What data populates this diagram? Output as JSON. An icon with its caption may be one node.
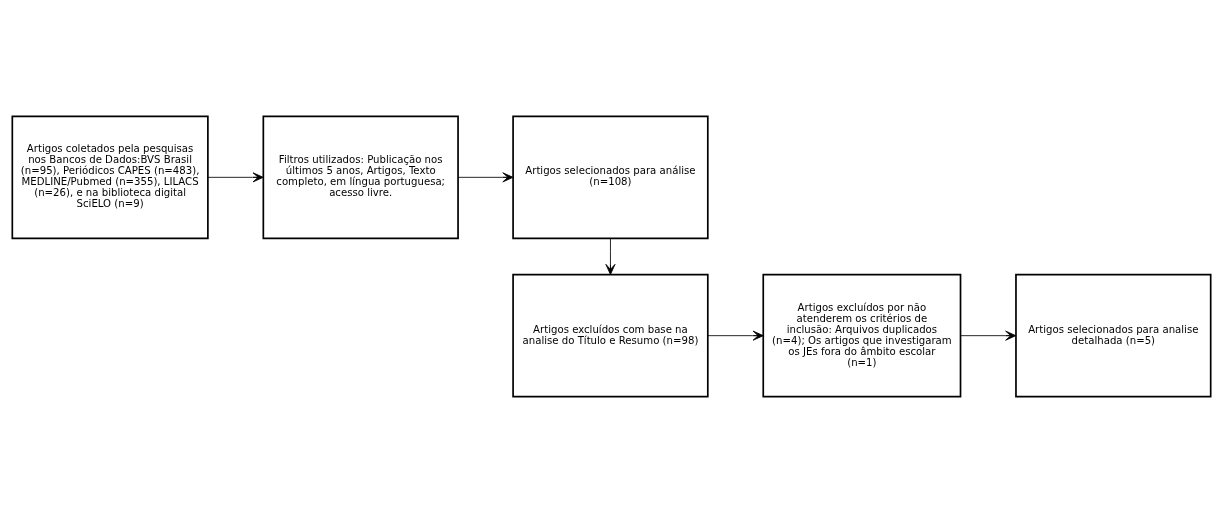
{
  "diagram": {
    "nodes": [
      {
        "text": [
          "Artigos coletados pela pesquisas nos Bancos de Dados:BVS Brasil (n=95), Periódicos CAPES (n=483), MEDLINE/Pubmed (n=355), LILACS (n=26), e na biblioteca digital SciELO (n=9)"
        ]
      },
      {
        "text": [
          "Filtros utilizados: Publicação nos últimos 5 anos, Artigos, Texto completo, em língua portuguesa; acesso livre."
        ]
      },
      {
        "text": [
          "Artigos selecionados para análise (n=108)"
        ]
      },
      {
        "text": [
          "Artigos excluídos com base na analise do Título e Resumo (n=98)"
        ]
      },
      {
        "text": [
          "Artigos excluídos por não atenderem os critérios de inclusão: Arquivos duplicados (n=4); Os artigos que investigaram os JEs fora do âmbito escolar (n=1)"
        ]
      },
      {
        "text": [
          "Artigos selecionados para analise detalhada (n=5)"
        ]
      }
    ],
    "edges": [
      {
        "from": 0,
        "to": 1,
        "arrow": "to"
      },
      {
        "from": 1,
        "to": 2,
        "arrow": "to"
      },
      {
        "from": 2,
        "to": 3,
        "arrow": "to"
      },
      {
        "from": 3,
        "to": 4,
        "arrow": "to"
      },
      {
        "from": 4,
        "to": 5,
        "arrow": "to"
      }
    ]
  }
}
